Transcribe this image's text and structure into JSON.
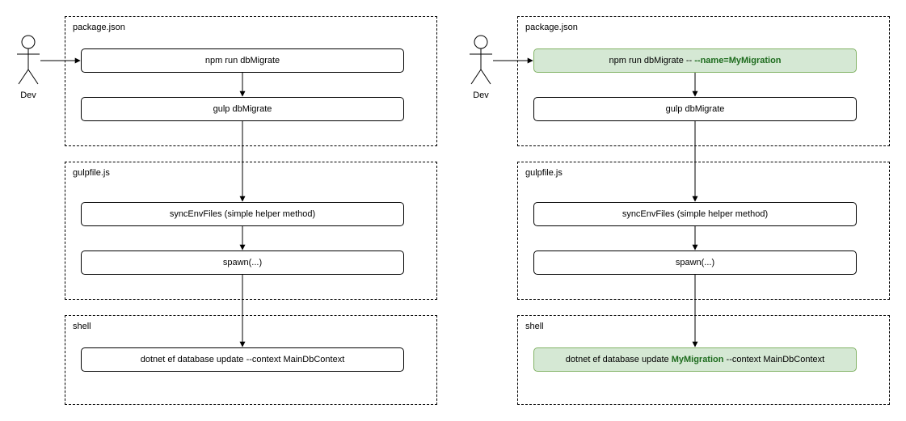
{
  "actor": {
    "label": "Dev"
  },
  "panels": [
    {
      "groups": {
        "package": "package.json",
        "gulpfile": "gulpfile.js",
        "shell": "shell"
      },
      "nodes": {
        "npm": {
          "pre": "npm run dbMigrate",
          "bold": "",
          "post": ""
        },
        "gulp": "gulp dbMigrate",
        "sync": "syncEnvFiles (simple helper method)",
        "spawn": "spawn(...)",
        "dotnet": {
          "pre": "dotnet ef database update --context MainDbContext",
          "bold": "",
          "post": ""
        }
      }
    },
    {
      "groups": {
        "package": "package.json",
        "gulpfile": "gulpfile.js",
        "shell": "shell"
      },
      "nodes": {
        "npm": {
          "pre": "npm run dbMigrate -- ",
          "bold": "--name=MyMigration",
          "post": ""
        },
        "gulp": "gulp dbMigrate",
        "sync": "syncEnvFiles (simple helper method)",
        "spawn": "spawn(...)",
        "dotnet": {
          "pre": "dotnet ef database update ",
          "bold": "MyMigration",
          "post": " --context MainDbContext"
        }
      }
    }
  ],
  "colors": {
    "highlight_fill": "#d5e8d4",
    "highlight_stroke": "#82b366",
    "highlight_text": "#1d6b1d"
  }
}
